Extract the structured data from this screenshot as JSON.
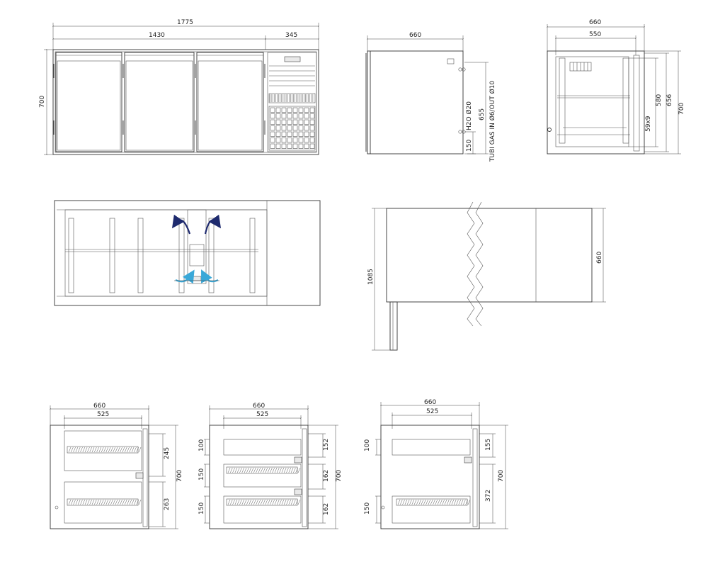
{
  "dimensions": {
    "front": {
      "total_width": "1775",
      "doors_width": "1430",
      "motor_width": "345",
      "height": "700"
    },
    "side_left": {
      "depth": "660",
      "h2o": "H2O Ø20",
      "gas": "TUBI GAS IN Ø6/OUT Ø10",
      "height_655": "655",
      "height_150": "150"
    },
    "side_right": {
      "depth": "660",
      "inner": "550",
      "h_580": "580",
      "h_656": "656",
      "h_700": "700",
      "hole": "59x9"
    },
    "top": {
      "length": "1085",
      "depth": "660"
    },
    "drawers_2": {
      "depth": "660",
      "inner": "525",
      "h_245": "245",
      "h_263": "263",
      "h_700": "700"
    },
    "drawers_3": {
      "depth": "660",
      "inner": "525",
      "h_100": "100",
      "h_150a": "150",
      "h_150b": "150",
      "h_152": "152",
      "h_162a": "162",
      "h_162b": "162",
      "h_700": "700"
    },
    "drawers_mix": {
      "depth": "660",
      "inner": "525",
      "h_100": "100",
      "h_150": "150",
      "h_155": "155",
      "h_372": "372",
      "h_700": "700"
    }
  },
  "colors": {
    "line": "#333333",
    "airflow_dark": "#1e2a6e",
    "airflow_light": "#3aa8d8"
  }
}
